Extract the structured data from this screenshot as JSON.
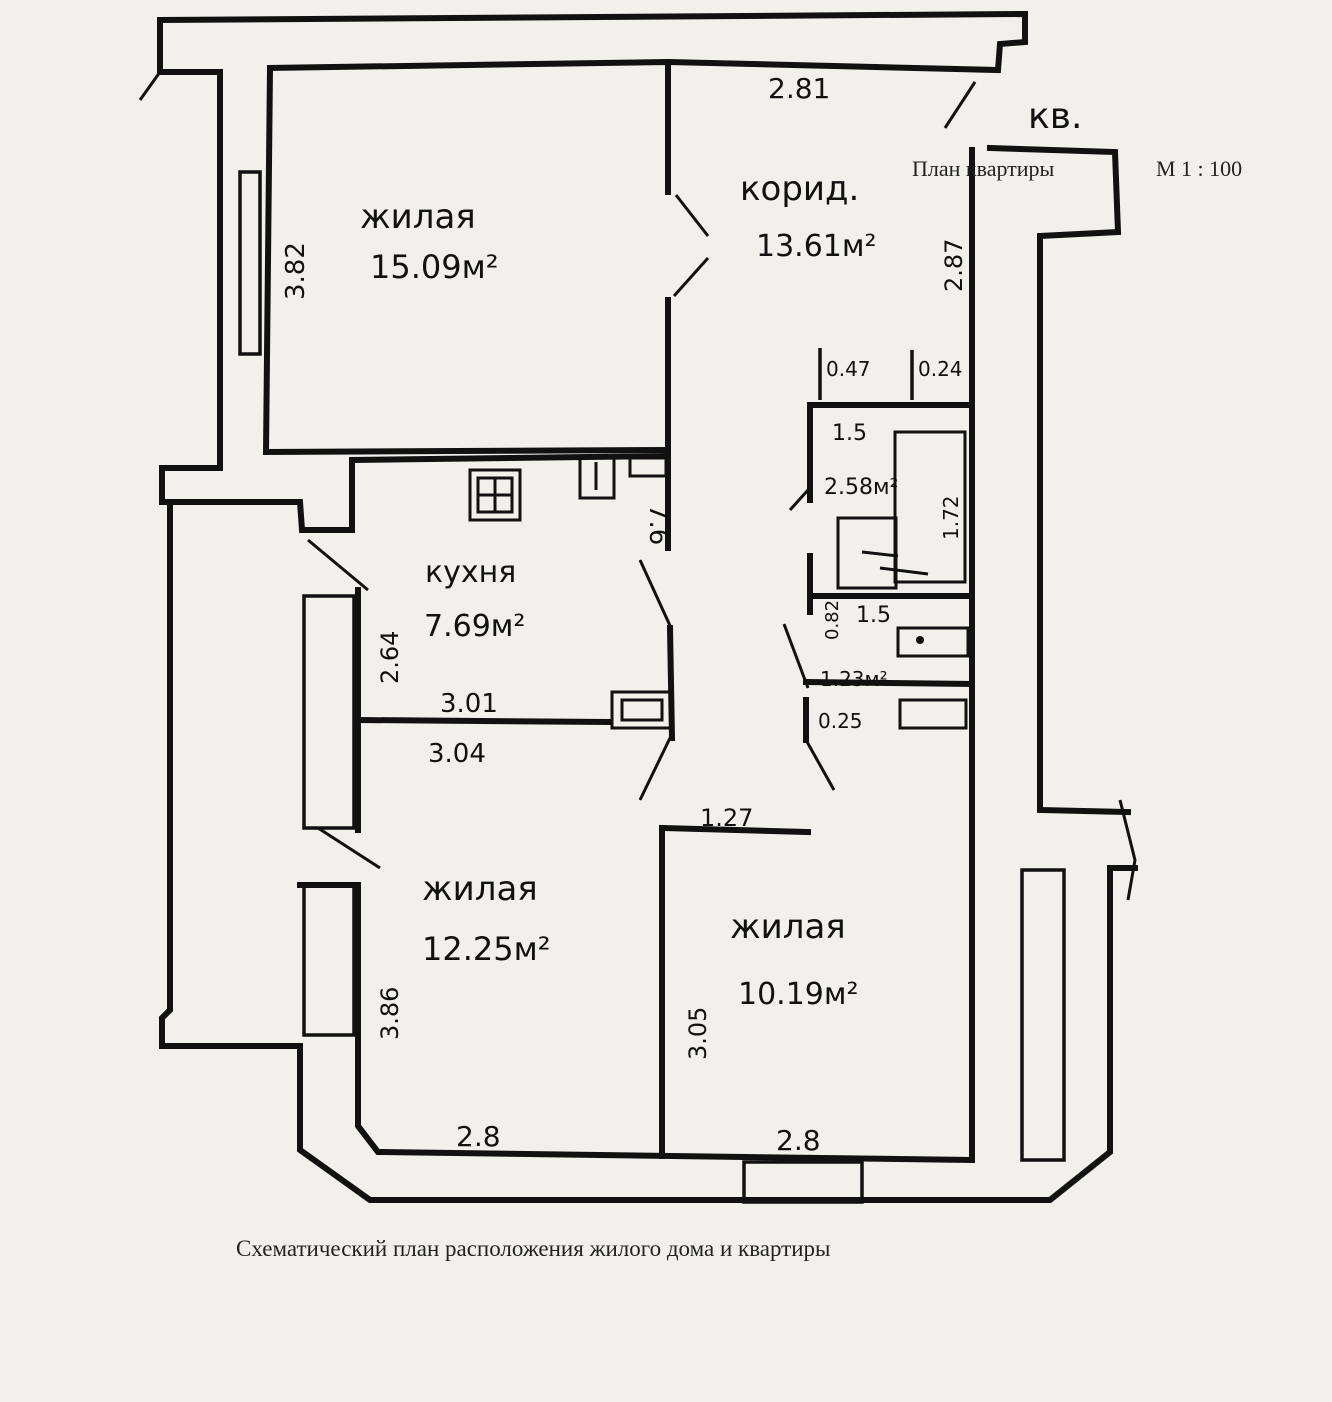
{
  "header": {
    "apartment_abbrev": "кв.",
    "plan_title": "План квартиры",
    "scale": "М 1 : 100"
  },
  "rooms": {
    "living1": {
      "name": "жилая",
      "area": "15.09м²"
    },
    "corridor": {
      "name": "корид.",
      "area": "13.61м²"
    },
    "kitchen": {
      "name": "кухня",
      "area": "7.69м²"
    },
    "bathroom": {
      "area": "2.58м²"
    },
    "wc": {
      "area": "1.23м²"
    },
    "living2": {
      "name": "жилая",
      "area": "12.25м²"
    },
    "living3": {
      "name": "жилая",
      "area": "10.19м²"
    }
  },
  "dimensions": {
    "top_281": "2.81",
    "left_382": "3.82",
    "right_287": "2.87",
    "closet_047": "0.47",
    "closet_024": "0.24",
    "bath_15_top": "1.5",
    "bath_172": "1.72",
    "bath_15_bottom": "1.5",
    "wc_082": "0.82",
    "wc_025": "0.25",
    "partition_76": "7.6",
    "kitchen_264": "2.64",
    "kitchen_301": "3.01",
    "room_304": "3.04",
    "partition_127": "1.27",
    "room2_386": "3.86",
    "room3_305": "3.05",
    "bottom_28_left": "2.8",
    "bottom_28_right": "2.8"
  },
  "footer": {
    "caption": "Схематический план расположения жилого дома и квартиры"
  },
  "colors": {
    "paper": "#f1f0ec",
    "ink": "#111111"
  }
}
